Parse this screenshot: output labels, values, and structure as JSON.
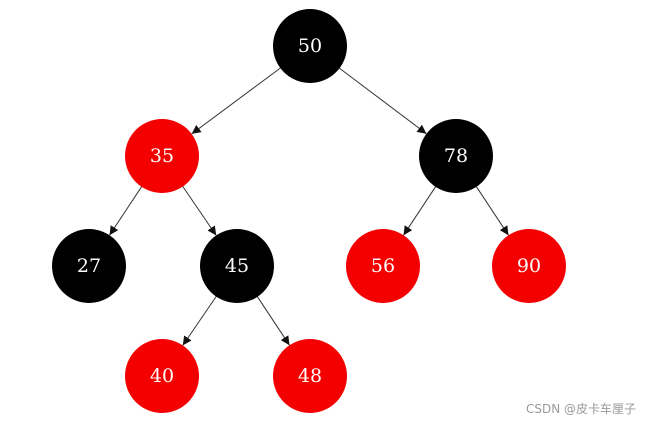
{
  "diagram": {
    "colors": {
      "black_node": "#000000",
      "red_node": "#f40000",
      "label": "#ffffff",
      "edge": "#333333"
    },
    "nodes": [
      {
        "id": "n50",
        "label": "50",
        "color": "black"
      },
      {
        "id": "n35",
        "label": "35",
        "color": "red"
      },
      {
        "id": "n78",
        "label": "78",
        "color": "black"
      },
      {
        "id": "n27",
        "label": "27",
        "color": "black"
      },
      {
        "id": "n45",
        "label": "45",
        "color": "black"
      },
      {
        "id": "n56",
        "label": "56",
        "color": "red"
      },
      {
        "id": "n90",
        "label": "90",
        "color": "red"
      },
      {
        "id": "n40",
        "label": "40",
        "color": "red"
      },
      {
        "id": "n48",
        "label": "48",
        "color": "red"
      }
    ],
    "edges": [
      {
        "from": "n50",
        "to": "n35"
      },
      {
        "from": "n50",
        "to": "n78"
      },
      {
        "from": "n35",
        "to": "n27"
      },
      {
        "from": "n35",
        "to": "n45"
      },
      {
        "from": "n78",
        "to": "n56"
      },
      {
        "from": "n78",
        "to": "n90"
      },
      {
        "from": "n45",
        "to": "n40"
      },
      {
        "from": "n45",
        "to": "n48"
      }
    ]
  },
  "watermark": {
    "text": "CSDN @皮卡车厘子"
  }
}
